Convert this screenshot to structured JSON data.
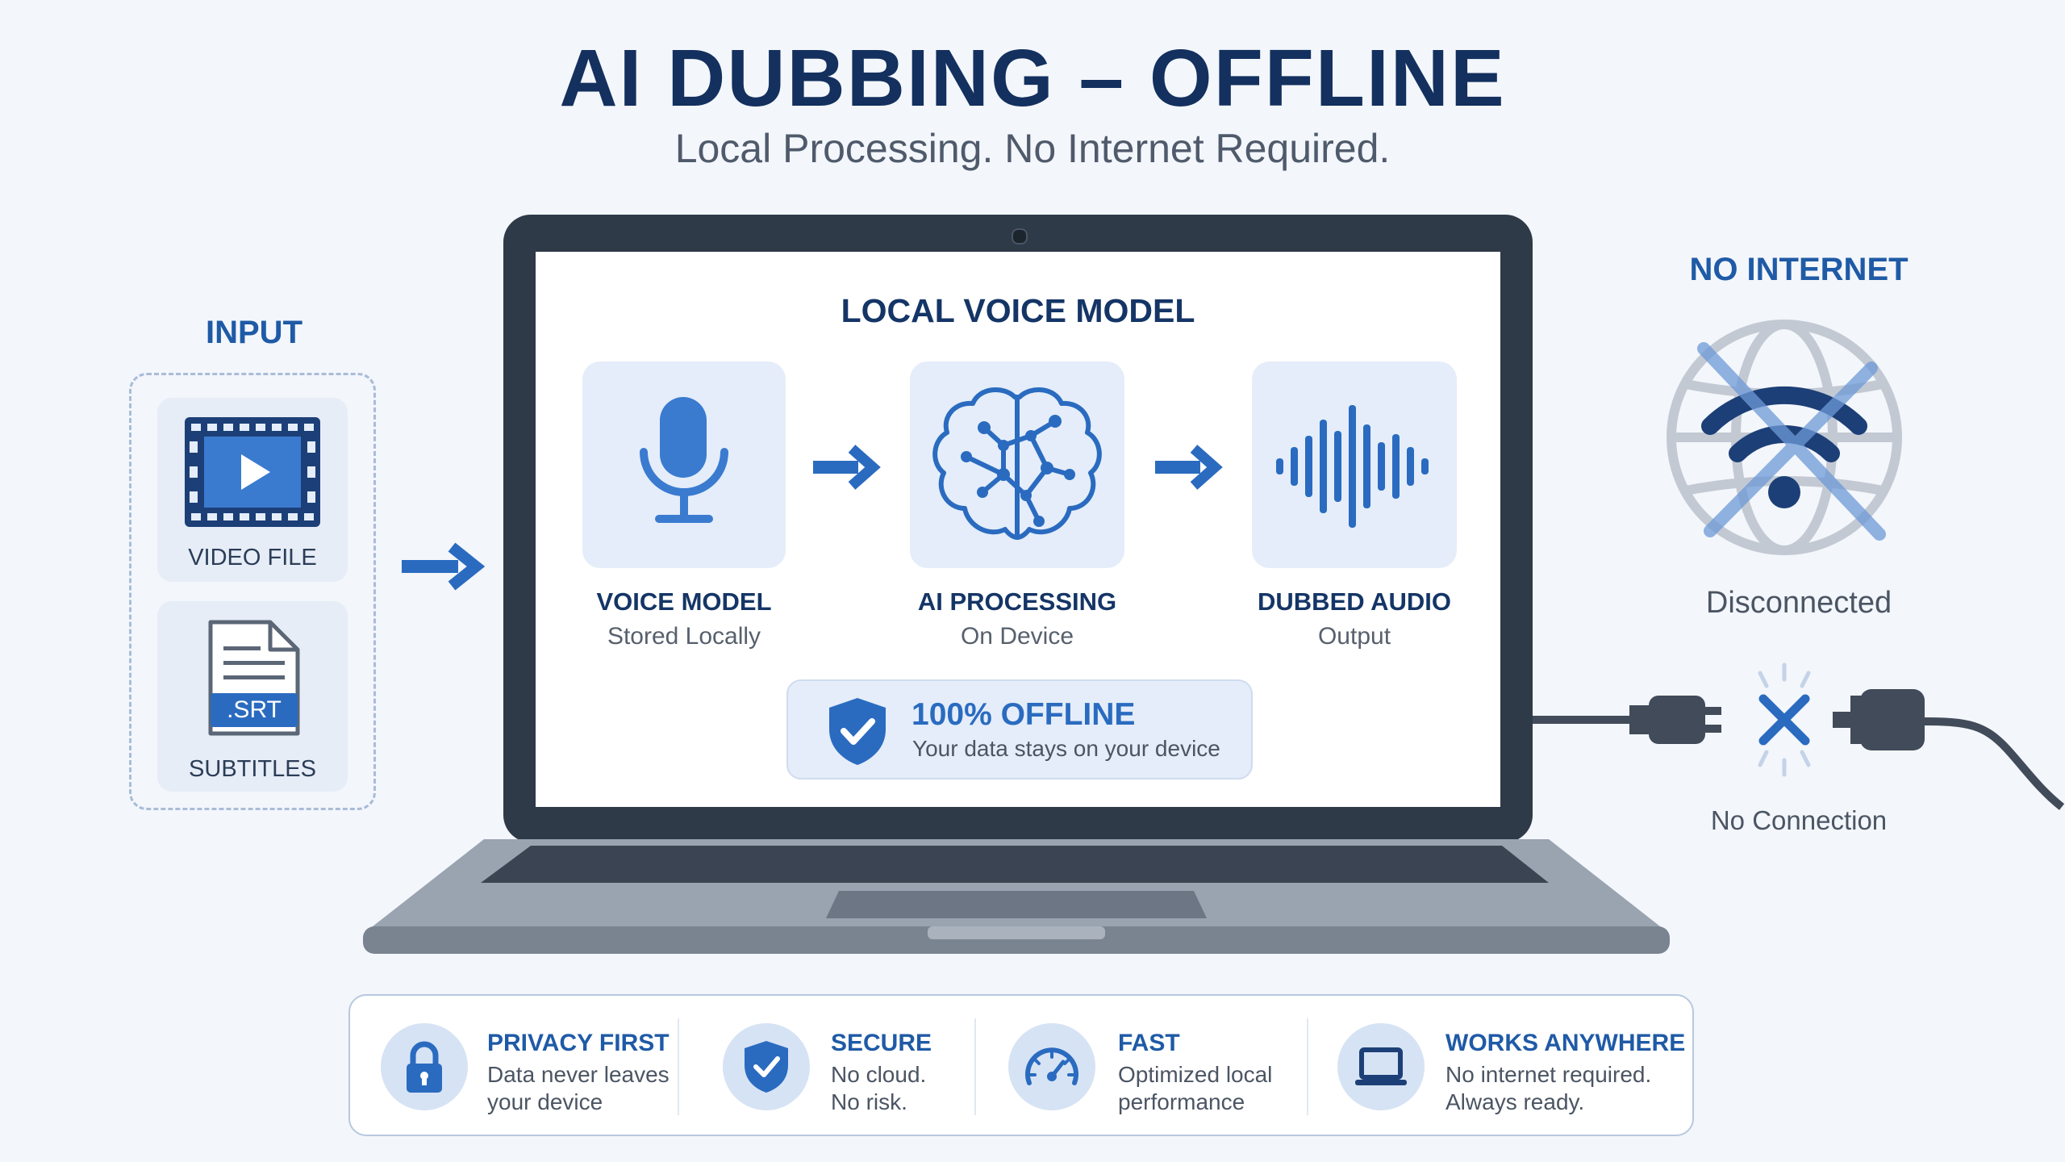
{
  "header": {
    "title": "AI DUBBING – OFFLINE",
    "subtitle": "Local Processing. No Internet Required."
  },
  "input": {
    "title": "INPUT",
    "video_label": "VIDEO FILE",
    "subtitles_label": "SUBTITLES",
    "file_badge": ".SRT"
  },
  "screen": {
    "title": "LOCAL VOICE MODEL",
    "steps": [
      {
        "name": "VOICE MODEL",
        "sub": "Stored Locally",
        "icon": "microphone-icon"
      },
      {
        "name": "AI PROCESSING",
        "sub": "On Device",
        "icon": "brain-icon"
      },
      {
        "name": "DUBBED AUDIO",
        "sub": "Output",
        "icon": "waveform-icon"
      }
    ],
    "offline_badge": {
      "title": "100% OFFLINE",
      "sub": "Your data stays on your device"
    }
  },
  "network": {
    "title": "NO INTERNET",
    "status": "Disconnected",
    "cable_status": "No Connection"
  },
  "features": [
    {
      "title": "PRIVACY FIRST",
      "line1": "Data never leaves",
      "line2": "your device",
      "icon": "lock-icon"
    },
    {
      "title": "SECURE",
      "line1": "No cloud.",
      "line2": "No risk.",
      "icon": "shield-check-icon"
    },
    {
      "title": "FAST",
      "line1": "Optimized local",
      "line2": "performance",
      "icon": "speedometer-icon"
    },
    {
      "title": "WORKS ANYWHERE",
      "line1": "No internet required.",
      "line2": "Always ready.",
      "icon": "laptop-icon"
    }
  ],
  "colors": {
    "accent": "#2a6bc0",
    "dark_navy": "#13305e",
    "laptop_frame": "#2f3a48",
    "card_bg": "#e4edf9",
    "muted_gray": "#c3c9d3"
  }
}
